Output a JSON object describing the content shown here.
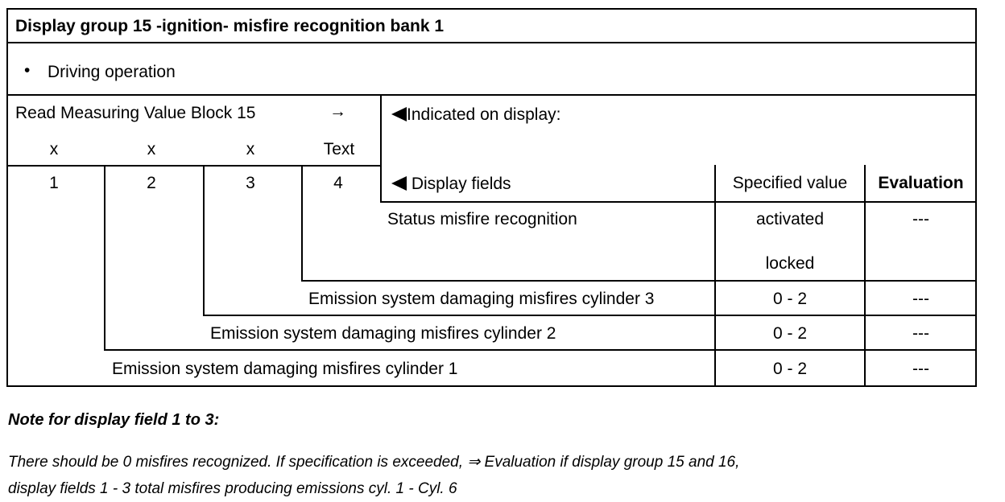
{
  "header": {
    "title": "Display group 15 -ignition- misfire recognition bank 1"
  },
  "condition": {
    "bullet": "•",
    "text": "Driving operation"
  },
  "read_block": {
    "label": "Read Measuring Value Block 15",
    "arrow": "→",
    "fields": [
      "x",
      "x",
      "x",
      "Text"
    ],
    "numbers": [
      "1",
      "2",
      "3",
      "4"
    ]
  },
  "indicated": {
    "label": "Indicated on display:",
    "icon": "left-triangle-icon"
  },
  "columns": {
    "display_fields": "Display fields",
    "specified": "Specified value",
    "evaluation": "Evaluation"
  },
  "rows": [
    {
      "field": "Status misfire recognition",
      "specified": [
        "activated",
        "locked"
      ],
      "evaluation": "---"
    },
    {
      "field": "Emission system damaging misfires cylinder 3",
      "specified": "0 - 2",
      "evaluation": "---"
    },
    {
      "field": "Emission system damaging misfires cylinder 2",
      "specified": "0 - 2",
      "evaluation": "---"
    },
    {
      "field": "Emission system damaging misfires cylinder 1",
      "specified": "0 - 2",
      "evaluation": "---"
    }
  ],
  "note": {
    "title": "Note for display field 1 to 3:",
    "line1_pre": "There should be 0 misfires recognized. If specification is exceeded,",
    "line1_symbol": "⇒",
    "line1_post": "Evaluation if display group 15 and 16,",
    "line2": "display fields 1 - 3 total misfires producing emissions cyl. 1 - Cyl. 6"
  }
}
